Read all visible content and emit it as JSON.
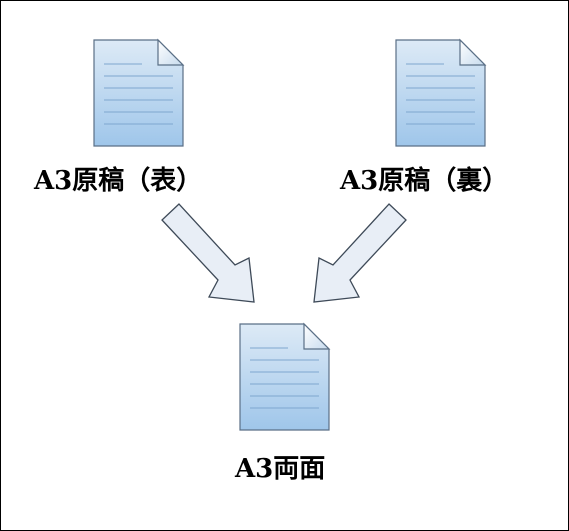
{
  "diagram": {
    "documents": [
      {
        "id": "front",
        "label": "A3原稿（表）",
        "icon": "document-icon"
      },
      {
        "id": "back",
        "label": "A3原稿（裏）",
        "icon": "document-icon"
      },
      {
        "id": "duplex",
        "label": "A3両面",
        "icon": "document-icon"
      }
    ],
    "edges": [
      {
        "from": "front",
        "to": "duplex",
        "icon": "arrow-down-right-icon"
      },
      {
        "from": "back",
        "to": "duplex",
        "icon": "arrow-down-left-icon"
      }
    ],
    "colors": {
      "document_fill_top": "#ddeaf6",
      "document_fill_bottom": "#9fc6ea",
      "document_stroke": "#5a6f86",
      "document_lines": "#7ea6cf",
      "arrow_fill": "#e8eef6",
      "arrow_stroke": "#3e4a58",
      "border": "#000000"
    }
  }
}
